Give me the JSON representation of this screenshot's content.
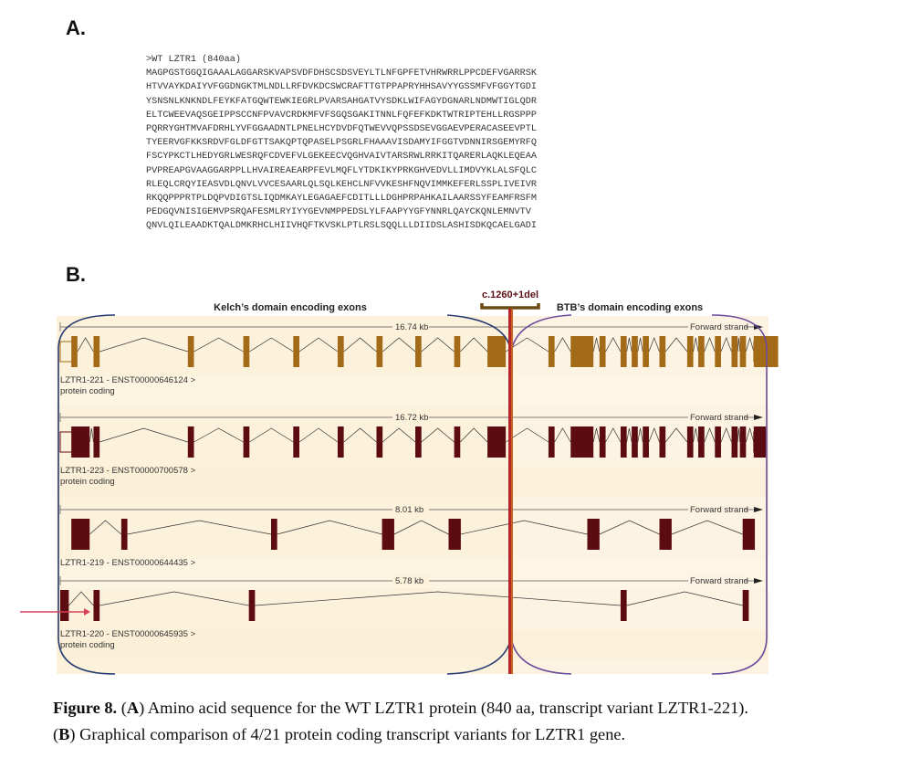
{
  "panel_a": {
    "label": "A.",
    "header": ">WT LZTR1 (840aa)",
    "sequence_lines": [
      "MAGPGSTGGQIGAAALAGGARSKVAPSVDFDHSCSDSVEYLTLNFGPFETVHRWRRLPPCDEFVGARRSK",
      "HTVVAYKDAIYVFGGDNGKTMLNDLLRFDVKDCSWCRAFTTGTPPAPRYHHSAVYYGSSMFVFGGYTGDI",
      "YSNSNLKNKNDLFEYKFATGQWTEWKIEGRLPVARSAHGATVYSDKLWIFAGYDGNARLNDMWTIGLQDR",
      "ELTCWEEVAQSGEIPPSCCNFPVAVCRDKMFVFSGQSGAKITNNLFQFEFKDKTWTRIPTEHLLRGSPPP",
      "PQRRYGHTMVAFDRHLYVFGGAADNTLPNELHCYDVDFQTWEVVQPSSDSEVGGAEVPERACASEEVPTL",
      "TYEERVGFKKSRDVFGLDFGTTSAKQPTQPASELPSGRLFHAAAVISDAMYIFGGTVDNNIRSGEMYRFQ",
      "FSCYPKCTLHEDYGRLWESRQFCDVEFVLGEKEECVQGHVAIVTARSRWLRRKITQARERLAQKLEQEAA",
      "PVPREAPGVAAGGARPPLLHVAIREAEARPFEVLMQFLYTDKIKYPRKGHVEDVLLIMDVYKLALSFQLC",
      "RLEQLCRQYIEASVDLQNVLVVCESAARLQLSQLKEHCLNFVVKESHFNQVIMMKEFERLSSPLIVEIVR",
      "RKQQPPPRTPLDQPVDIGTSLIQDMKAYLEGAGAEFCDITLLLDGHPRPAHKAILAARSSYFEAMFRSFM",
      "PEDGQVNISIGEMVPSRQAFESMLRYIYYGEVNMPPEDSLYLFAAPYYGFYNNRLQAYCKQNLEMNVTV",
      "QNVLQILEAADKTQALDMKRHCLHIIVHQFTKVSKLPTLRSLSQQLLLDIIDSLASHISDKQCAELGADI"
    ]
  },
  "panel_b": {
    "label": "B.",
    "kelch_label": "Kelch’s domain encoding exons",
    "btb_label": "BTB’s domain encoding exons",
    "mutation_label": "c.1260+1del",
    "strand_label": "Forward strand",
    "colors": {
      "kelch_bg": "#fcf1db",
      "btb_bg": "#fdf3e2",
      "exon_gold": "#a36a18",
      "exon_dark": "#5c0b10",
      "mutation": "#b4262a"
    },
    "transcripts": [
      {
        "length": "16.74 kb",
        "name": "LZTR1-221 - ENST00000646124 >",
        "biotype": "protein coding",
        "exon_color": "gold",
        "exons": [
          [
            2,
            0.5
          ],
          [
            6,
            0.5
          ],
          [
            23,
            0.5
          ],
          [
            33,
            0.5
          ],
          [
            42,
            0.5
          ],
          [
            50,
            0.5
          ],
          [
            57,
            0.5
          ],
          [
            64,
            0.5
          ],
          [
            71,
            0.5
          ],
          [
            77,
            1.5
          ],
          [
            88,
            0.5
          ],
          [
            92,
            1.5
          ],
          [
            95,
            0.5
          ],
          [
            97.2,
            0.5
          ],
          [
            101,
            0.5
          ],
          [
            103,
            0.5
          ],
          [
            105,
            0.5
          ],
          [
            108,
            0.5
          ],
          [
            113,
            0.5
          ],
          [
            115,
            0.5
          ],
          [
            118,
            0.5
          ],
          [
            121,
            0.5
          ],
          [
            122.5,
            0.5
          ],
          [
            125,
            2.0
          ]
        ]
      },
      {
        "length": "16.72 kb",
        "name": "LZTR1-223 - ENST00000700578 >",
        "biotype": "protein coding",
        "exon_color": "dark",
        "exons": [
          [
            2,
            1.5
          ],
          [
            6,
            0.5
          ],
          [
            23,
            0.5
          ],
          [
            33,
            0.5
          ],
          [
            42,
            0.5
          ],
          [
            50,
            0.5
          ],
          [
            57,
            0.5
          ],
          [
            64,
            0.5
          ],
          [
            71,
            0.5
          ],
          [
            77,
            1.5
          ],
          [
            88,
            0.5
          ],
          [
            92,
            1.5
          ],
          [
            95,
            0.5
          ],
          [
            97.2,
            0.5
          ],
          [
            101,
            0.5
          ],
          [
            103,
            0.5
          ],
          [
            105,
            0.5
          ],
          [
            108,
            0.5
          ],
          [
            113,
            0.5
          ],
          [
            115,
            0.5
          ],
          [
            118,
            0.5
          ],
          [
            121,
            0.5
          ],
          [
            122.5,
            0.5
          ],
          [
            125,
            1.0
          ]
        ]
      },
      {
        "length": "8.01 kb",
        "name": "LZTR1-219 - ENST00000644435 >",
        "biotype": "",
        "exon_color": "dark",
        "exons": [
          [
            2,
            1.5
          ],
          [
            11,
            0.5
          ],
          [
            38,
            0.5
          ],
          [
            58,
            1.0
          ],
          [
            70,
            1.0
          ],
          [
            95,
            1.0
          ],
          [
            108,
            1.0
          ],
          [
            123,
            1.0
          ]
        ]
      },
      {
        "length": "5.78 kb",
        "name": "LZTR1-220 - ENST00000645935 >",
        "biotype": "protein coding",
        "exon_color": "dark",
        "exons": [
          [
            0,
            0.7
          ],
          [
            6,
            0.5
          ],
          [
            34,
            0.5
          ],
          [
            101,
            0.5
          ],
          [
            123,
            0.5
          ]
        ]
      }
    ]
  },
  "caption": {
    "figure_label": "Figure 8.",
    "p1": " (",
    "a_label": "A",
    "p2": ") Amino acid sequence for the WT LZTR1 protein (840 aa, transcript variant LZTR1-221).",
    "p3": "(",
    "b_label": "B",
    "p4": ") Graphical comparison of 4/21 protein coding transcript variants for LZTR1 gene."
  }
}
